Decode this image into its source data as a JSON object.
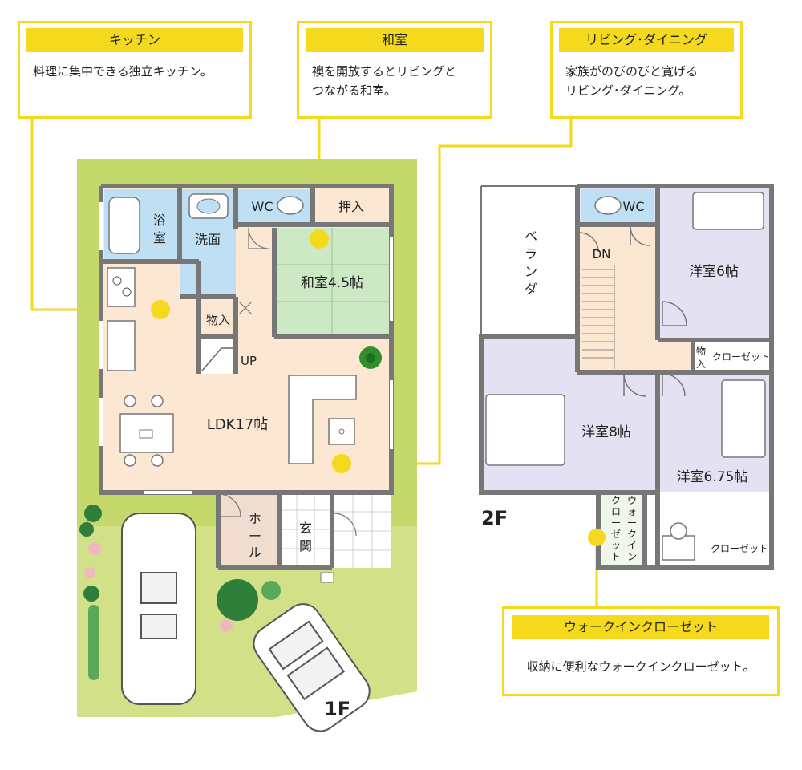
{
  "callouts": {
    "kitchen": {
      "title": "キッチン",
      "text": "料理に集中できる独立キッチン。"
    },
    "washitsu": {
      "title": "和室",
      "line1": "襖を開放するとリビングと",
      "line2": "つながる和室。"
    },
    "living": {
      "title": "リビング･ダイニング",
      "line1": "家族がのびのびと寛げる",
      "line2": "リビング･ダイニング。"
    },
    "walkin": {
      "title": "ウォークインクローゼット",
      "text": "収納に便利なウォークインクローゼット。"
    }
  },
  "floor1": {
    "label": "1F",
    "rooms": {
      "bath": "浴室",
      "wash": "洗面",
      "wc": "WC",
      "oshiire": "押入",
      "washitsu": "和室4.5帖",
      "storage": "物入",
      "up": "UP",
      "ldk": "LDK17帖",
      "hall": "ホール",
      "genkan": "玄関"
    }
  },
  "floor2": {
    "label": "2F",
    "rooms": {
      "veranda": "ベランダ",
      "wc": "WC",
      "dn": "DN",
      "yoshitsu6": "洋室6帖",
      "storage": "物入",
      "closet1": "クローゼット",
      "yoshitsu8": "洋室8帖",
      "yoshitsu675": "洋室6.75帖",
      "walkin": "ウォークインクローゼット",
      "closet2": "クローゼット"
    }
  },
  "colors": {
    "accent": "#f4d91c",
    "lawn": "#c4d86c",
    "lawn_light": "#d4e28a",
    "floor_wood": "#fbe7d2",
    "tatami": "#cde8c4",
    "water": "#bfe0f4",
    "bedroom": "#e4e2f2",
    "wall": "#777777",
    "hall": "#f1ddd0"
  }
}
